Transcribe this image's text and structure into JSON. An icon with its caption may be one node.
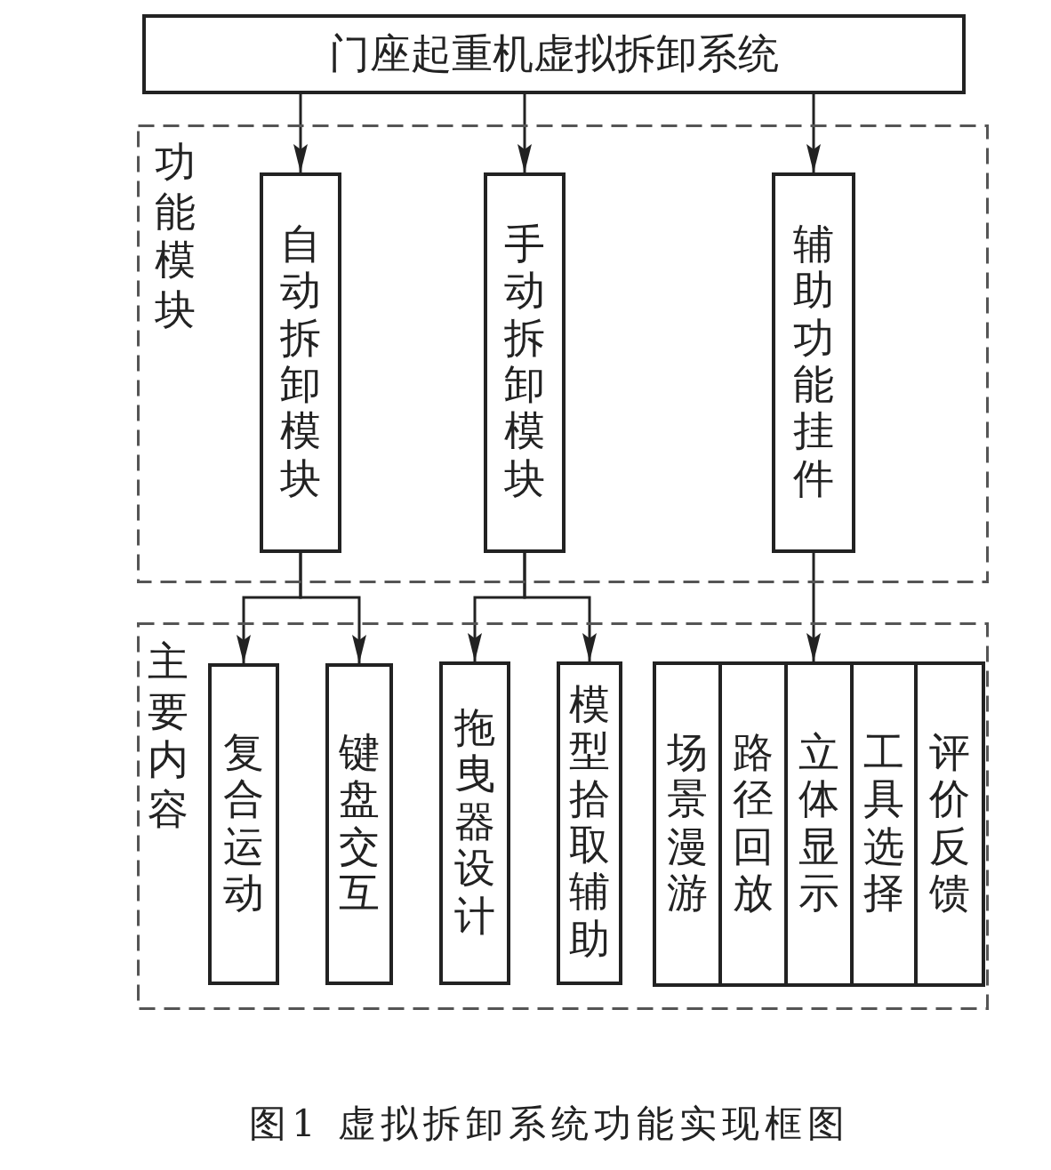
{
  "diagram": {
    "caption": "图1 虚拟拆卸系统功能实现框图",
    "nodes": [
      {
        "text": [
          "门座起重机虚拟拆卸系统"
        ]
      },
      {
        "text": [
          "功能模块"
        ]
      },
      {
        "text": [
          "自动拆卸模块"
        ],
        "in": 1
      },
      {
        "text": [
          "手动拆卸模块"
        ],
        "in": 1
      },
      {
        "text": [
          "辅助功能挂件"
        ],
        "in": 1
      },
      {
        "text": [
          "主要内容"
        ]
      },
      {
        "text": [
          "复合运动"
        ],
        "in": 5
      },
      {
        "text": [
          "键盘交互"
        ],
        "in": 5
      },
      {
        "text": [
          "拖曳器设计"
        ],
        "in": 5
      },
      {
        "text": [
          "模型拾取辅助"
        ],
        "in": 5
      },
      {
        "text": [],
        "shape": "box",
        "in": 5
      },
      {
        "text": [
          "场景漫游"
        ],
        "in": 10
      },
      {
        "text": [
          "路径回放"
        ],
        "in": 10
      },
      {
        "text": [
          "立体显示"
        ],
        "in": 10
      },
      {
        "text": [
          "工具选择"
        ],
        "in": 10
      },
      {
        "text": [
          "评价反馈"
        ],
        "in": 10
      }
    ],
    "edges": [
      {
        "from": 0,
        "to": 2,
        "arrow": "to"
      },
      {
        "from": 0,
        "to": 3,
        "arrow": "to"
      },
      {
        "from": 0,
        "to": 4,
        "arrow": "to"
      },
      {
        "from": 2,
        "to": 6,
        "arrow": "to"
      },
      {
        "from": 2,
        "to": 7,
        "arrow": "to"
      },
      {
        "from": 3,
        "to": 8,
        "arrow": "to"
      },
      {
        "from": 3,
        "to": 9,
        "arrow": "to"
      },
      {
        "from": 4,
        "to": 10,
        "arrow": "to"
      }
    ]
  }
}
